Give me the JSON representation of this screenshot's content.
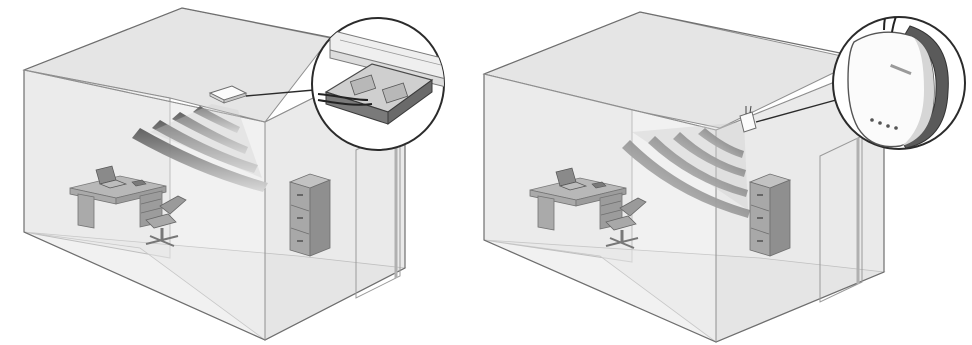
{
  "figure": {
    "panels": [
      {
        "id": "ceiling-mount",
        "mount": "ceiling",
        "signal_direction": "down"
      },
      {
        "id": "wall-mount",
        "mount": "wall",
        "signal_direction": "sideways-down"
      }
    ],
    "colors": {
      "room_outline": "#8f8f8f",
      "glass_tint": "#d9d9d9",
      "signal_gradient_dark": "#4a4a4a",
      "signal_gradient_light": "#cfcfcf",
      "furniture": "#a8a8a8",
      "callout_stroke": "#2b2b2b",
      "device_body": "#fbfbfb"
    },
    "icons": [
      "room-box",
      "desk",
      "office-chair",
      "filing-cabinet",
      "access-point",
      "signal-waves",
      "magnifier-callout"
    ]
  }
}
